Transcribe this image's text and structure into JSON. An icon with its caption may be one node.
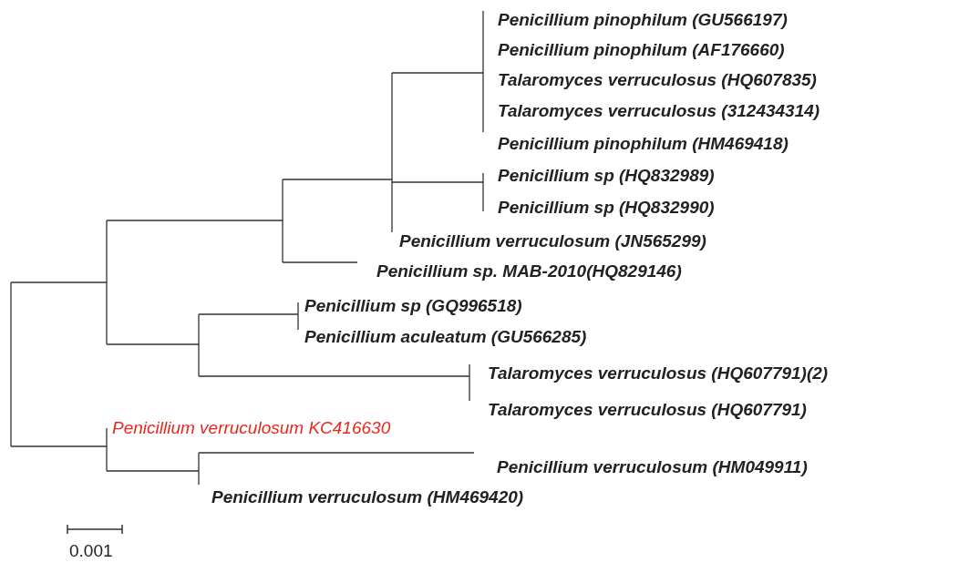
{
  "diagram": {
    "labels": [
      "Penicillium pinophilum (GU566197)",
      "Penicillium pinophilum (AF176660)",
      "Talaromyces verruculosus (HQ607835)",
      "Talaromyces verruculosus (312434314)",
      "Penicillium pinophilum (HM469418)",
      "Penicillium sp (HQ832989)",
      "Penicillium sp (HQ832990)",
      "Penicillium verruculosum (JN565299)",
      "Penicillium sp. MAB-2010(HQ829146)",
      "Penicillium sp (GQ996518)",
      "Penicillium aculeatum (GU566285)",
      "Talaromyces verruculosus (HQ607791)(2)",
      "Talaromyces verruculosus (HQ607791)",
      "Penicillium verruculosum KC416630",
      "Penicillium verruculosum (HM049911)",
      "Penicillium verruculosum (HM469420)",
      "0.001"
    ]
  }
}
